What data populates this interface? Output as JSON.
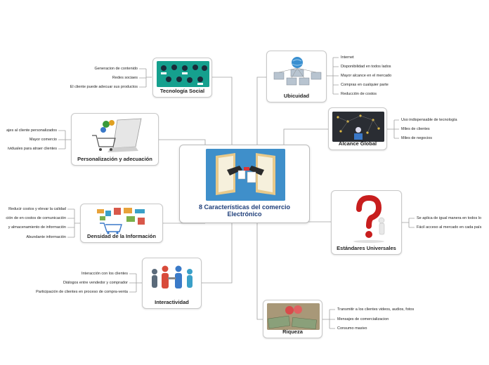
{
  "center": {
    "title": "8 Características del comercio Electrónico"
  },
  "topics": {
    "tecnologia": {
      "title": "Tecnología Social",
      "leaves": [
        "Generacion de contenido",
        "Redes sociaes",
        "El cliente puede adecuar sus productos"
      ]
    },
    "personalizacion": {
      "title": "Personalización y adecuación",
      "leaves": [
        "ajes al cliente personalizados",
        "Mayor comercio",
        "ividuales para atraer clientes"
      ]
    },
    "densidad": {
      "title": "Densidad de la Información",
      "leaves": [
        "Reducir costos y elevar la calidad",
        "ción de en costos de comunicación",
        "y almacenamiento de información",
        "Abundante información"
      ]
    },
    "interactividad": {
      "title": "Interactividad",
      "leaves": [
        "Interacción con los clientes",
        "Diálogos entre vendedor y comprador",
        "Participación de clientes en proceso de compra-venta"
      ]
    },
    "ubicuidad": {
      "title": "Ubicuidad",
      "leaves": [
        "Internet",
        "Disponibilidad en todos lados",
        "Mayor alcance en el mercado",
        "Compras en cualquier parte",
        "Reducción de costos"
      ]
    },
    "alcance": {
      "title": "Alcance Global",
      "leaves": [
        "Uso indispensable de tecnología",
        "Miles de clientes",
        "Miles de negocios"
      ]
    },
    "estandares": {
      "title": "Estándares Universales",
      "leaves": [
        "Se aplica de igual manera en todos lo",
        "Fácil acceso al mercado en cada país"
      ]
    },
    "riqueza": {
      "title": "Riqueza",
      "leaves": [
        "Transmitir a los clientes videos, audios, fotos",
        "Mensajes de comercializacion",
        "Consumo masivo"
      ]
    }
  },
  "colors": {
    "connector": "#9a9a9a",
    "center_title": "#1f3f7a",
    "image_blue": "#3b8fd0"
  }
}
